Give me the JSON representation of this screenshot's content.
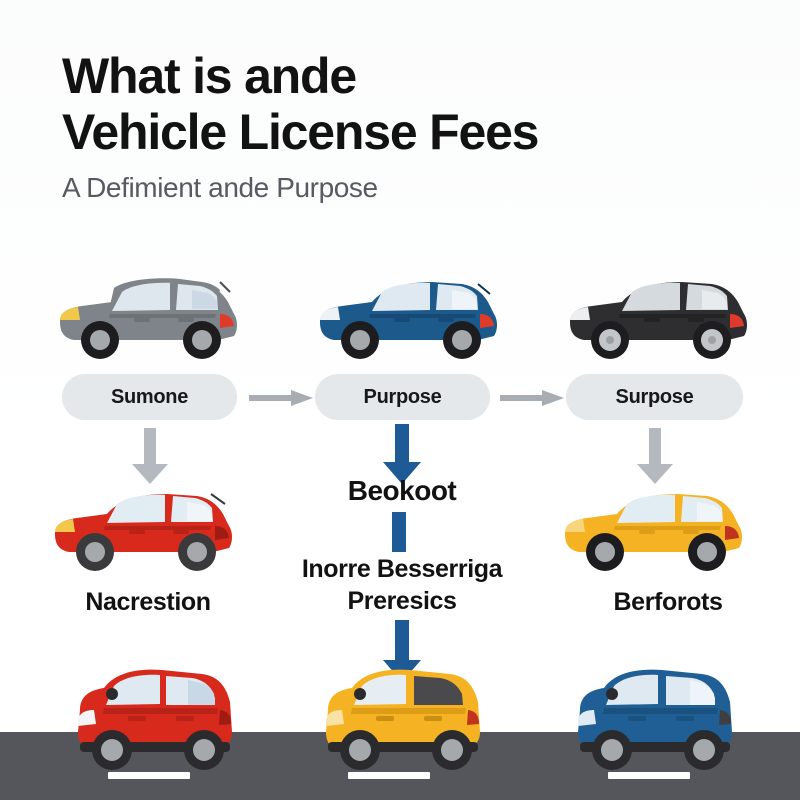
{
  "header": {
    "title_line_1": "What is ande",
    "title_line_2": "Vehicle License Fees",
    "subtitle": "A Defimient ande Purpose"
  },
  "flow": {
    "pills": [
      {
        "label": "Sumone"
      },
      {
        "label": "Purpose"
      },
      {
        "label": "Surpose"
      }
    ],
    "connectors": [
      {
        "name": "arrow-right-1",
        "direction": "right",
        "color": "#a8adb3"
      },
      {
        "name": "arrow-right-2",
        "direction": "right",
        "color": "#a8adb3"
      },
      {
        "name": "arrow-down-left",
        "direction": "down",
        "color": "#b4b9bf"
      },
      {
        "name": "arrow-down-right",
        "direction": "down",
        "color": "#b4b9bf"
      },
      {
        "name": "arrow-down-center-upper",
        "direction": "down",
        "color": "#1e5a96"
      },
      {
        "name": "arrow-down-center-lower",
        "direction": "down",
        "color": "#1e5a96"
      }
    ]
  },
  "center": {
    "heading": "Beokoot",
    "body_line_1": "Inorre Besserriga",
    "body_line_2": "Preresics"
  },
  "captions": {
    "left": "Nacrestion",
    "right": "Berforots"
  },
  "cars": {
    "top_row": [
      {
        "name": "car-gray",
        "body": "#7e8489",
        "shade": "#6d7277",
        "glass": "#dfe7ee",
        "wheel_hub": "#a6a9ac",
        "headlight": "#f2c84b",
        "taillight": "#e03a2a"
      },
      {
        "name": "car-blue",
        "body": "#1c5a8c",
        "shade": "#174a74",
        "glass": "#dfe9f2",
        "wheel_hub": "#a6a9ac",
        "headlight": "#eef2f5",
        "taillight": "#e03a2a"
      },
      {
        "name": "car-black",
        "body": "#2e2e30",
        "shade": "#232325",
        "glass": "#d5dade",
        "wheel_hub": "#c3c6c9",
        "headlight": "#eceef0",
        "taillight": "#e03a2a"
      }
    ],
    "middle_row": [
      {
        "name": "car-red",
        "body": "#d8291d",
        "shade": "#b92317",
        "glass": "#e2ecf3",
        "wheel_hub": "#a6a9ac",
        "headlight": "#f2c84b",
        "taillight": "#9e1c12"
      },
      {
        "name": "car-yellow",
        "body": "#f5b324",
        "shade": "#dd9d16",
        "glass": "#e2ecf3",
        "wheel_hub": "#a6a9ac",
        "headlight": "#f8d57a",
        "taillight": "#c0331f"
      }
    ],
    "bottom_row": [
      {
        "name": "car-red",
        "body": "#d8291d",
        "shade": "#b92317",
        "glass": "#dfe9f2",
        "wheel_hub": "#a6a9ac",
        "trim": "#2b2b2d"
      },
      {
        "name": "car-yellow",
        "body": "#f5b324",
        "shade": "#dd9d16",
        "glass": "#4a4a4c",
        "wheel_hub": "#a6a9ac",
        "trim": "#2b2b2d"
      },
      {
        "name": "car-blue",
        "body": "#1f5f96",
        "shade": "#19527f",
        "glass": "#dfe9f2",
        "wheel_hub": "#a6a9ac",
        "trim": "#2b2b2d"
      }
    ]
  },
  "road": {
    "surface_color": "#55565b",
    "dash_color": "#ffffff",
    "dash_count": 3
  }
}
